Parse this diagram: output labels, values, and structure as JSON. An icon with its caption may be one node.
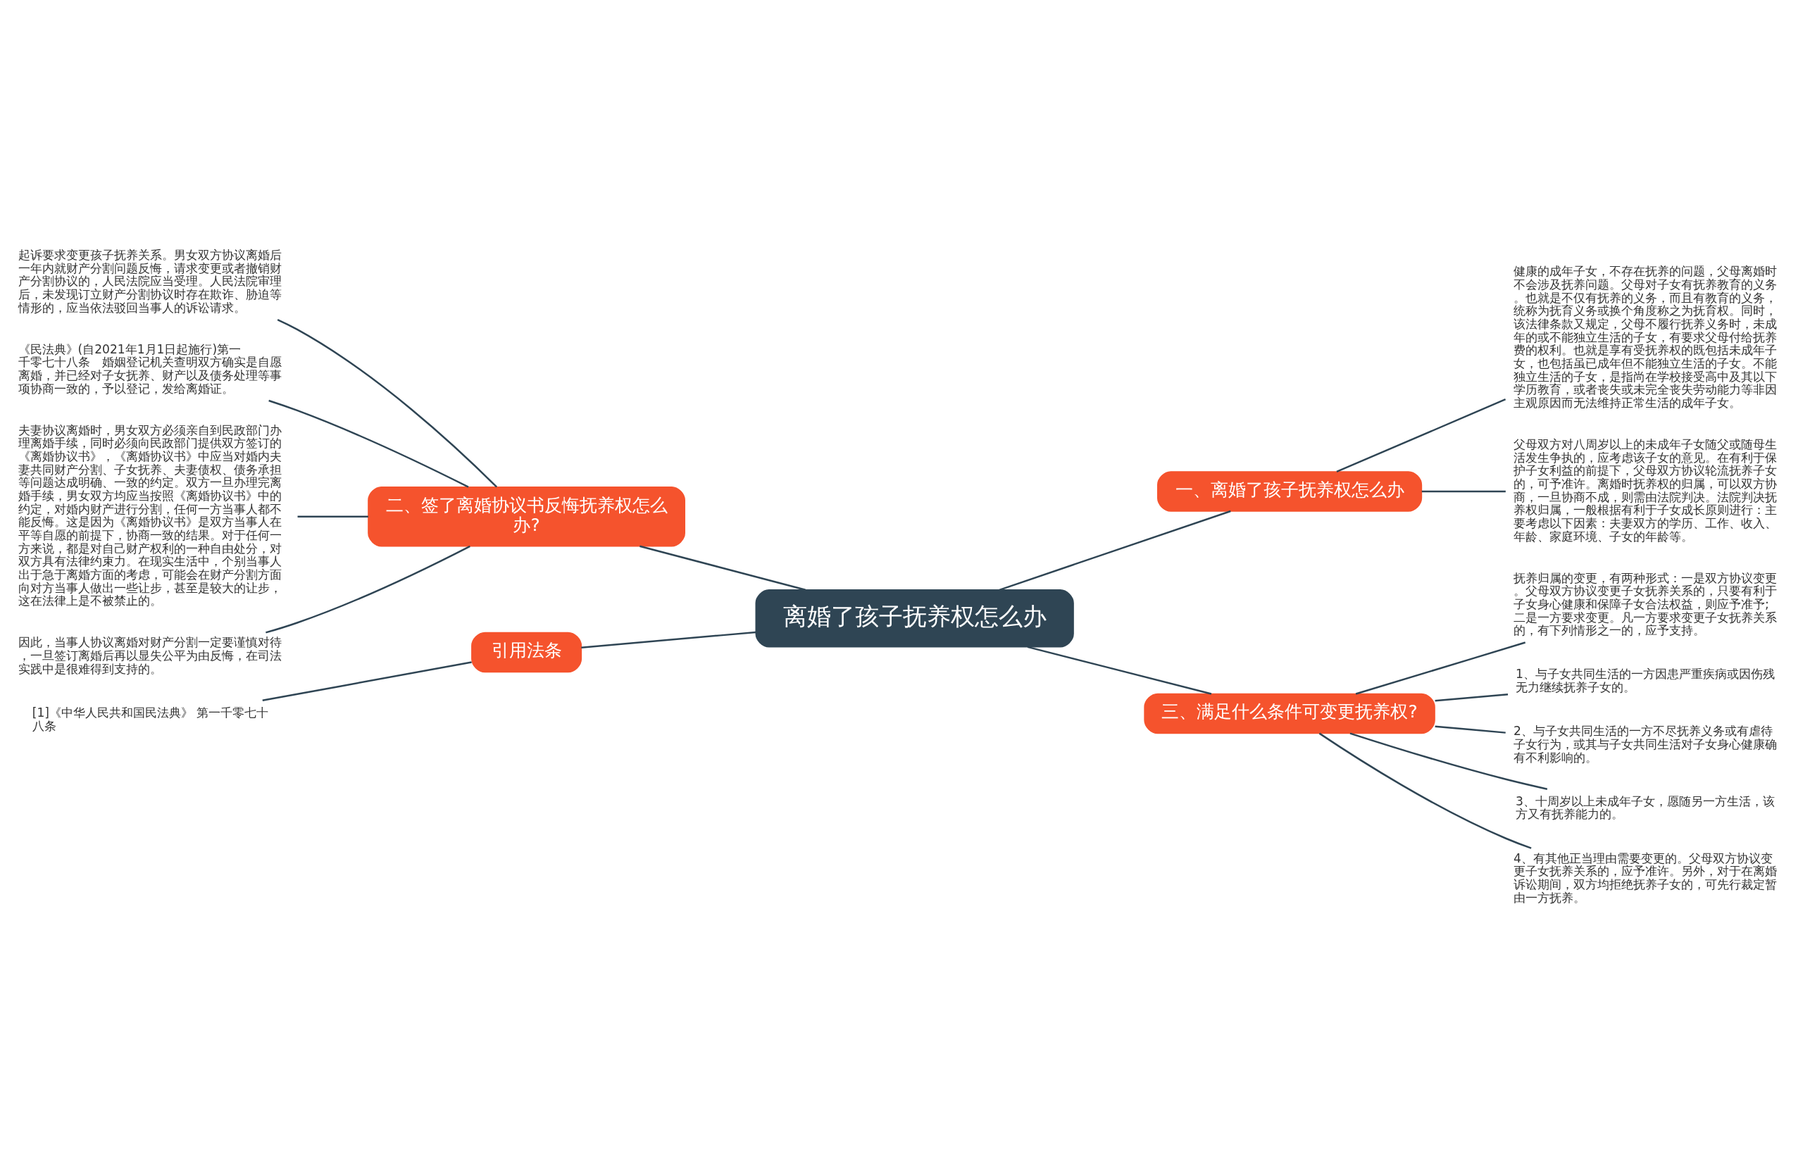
{
  "diagram": {
    "nodes": [
      {
        "text": [
          "离婚了孩子抚养权怎么办"
        ]
      },
      {
        "text": [
          "一、离婚了孩子抚养权怎么办"
        ]
      },
      {
        "text": [
          "健康的成年子女，不存在抚养的问题，父母离婚时不会涉及抚养问题。父母对子女有抚养教育的义务。也就是不仅有抚养的义务，而且有教育的义务，统称为抚育义务或换个角度称之为抚育权。同时，该法律条款又规定，父母不履行抚养义务时，未成年的或不能独立生活的子女，有要求父母付给抚养费的权利。也就是享有受抚养权的既包括未成年子女，也包括虽已成年但不能独立生活的子女。不能独立生活的子女，是指尚在学校接受高中及其以下学历教育，或者丧失或未完全丧失劳动能力等非因主观原因而无法维持正常生活的成年子女。"
        ]
      },
      {
        "text": [
          "父母双方对八周岁以上的未成年子女随父或随母生活发生争执的，应考虑该子女的意见。在有利于保护子女利益的前提下，父母双方协议轮流抚养子女的，可予准许。离婚时抚养权的归属，可以双方协商，一旦协商不成，则需由法院判决。法院判决抚养权归属，一般根据有利于子女成长原则进行：主要考虑以下因素：夫妻双方的学历、工作、收入、年龄、家庭环境、子女的年龄等。"
        ]
      },
      {
        "text": [
          "二、签了离婚协议书反悔抚养权怎么办?"
        ]
      },
      {
        "text": [
          "起诉要求变更孩子抚养关系。男女双方协议离婚后一年内就财产分割问题反悔，请求变更或者撤销财产分割协议的，人民法院应当受理。人民法院审理后，未发现订立财产分割协议时存在欺诈、胁迫等情形的，应当依法驳回当事人的诉讼请求。"
        ]
      },
      {
        "text": [
          "《民法典》(自2021年1月1日起施行)第一千零七十八条　婚姻登记机关查明双方确实是自愿离婚，并已经对子女抚养、财产以及债务处理等事项协商一致的，予以登记，发给离婚证。"
        ]
      },
      {
        "text": [
          "夫妻协议离婚时，男女双方必须亲自到民政部门办理离婚手续，同时必须向民政部门提供双方签订的《离婚协议书》，《离婚协议书》中应当对婚内夫妻共同财产分割、子女抚养、夫妻债权、债务承担等问题达成明确、一致的约定。双方一旦办理完离婚手续，男女双方均应当按照《离婚协议书》中的约定，对婚内财产进行分割，任何一方当事人都不能反悔。这是因为《离婚协议书》是双方当事人在平等自愿的前提下，协商一致的结果。对于任何一方来说，都是对自己财产权利的一种自由处分，对双方具有法律约束力。在现实生活中，个别当事人出于急于离婚方面的考虑，可能会在财产分割方面向对方当事人做出一些让步，甚至是较大的让步，这在法律上是不被禁止的。"
        ]
      },
      {
        "text": [
          "因此，当事人协议离婚对财产分割一定要谨慎对待，一旦签订离婚后再以显失公平为由反悔，在司法实践中是很难得到支持的。"
        ]
      },
      {
        "text": [
          "三、满足什么条件可变更抚养权?"
        ]
      },
      {
        "text": [
          "抚养归属的变更，有两种形式：一是双方协议变更。父母双方协议变更子女抚养关系的，只要有利于子女身心健康和保障子女合法权益，则应予准予;二是一方要求变更。凡一方要求变更子女抚养关系的，有下列情形之一的，应予支持。"
        ]
      },
      {
        "text": [
          "1、与子女共同生活的一方因患严重疾病或因伤残无力继续抚养子女的。"
        ]
      },
      {
        "text": [
          "2、与子女共同生活的一方不尽抚养义务或有虐待子女行为，或其与子女共同生活对子女身心健康确有不利影响的。"
        ]
      },
      {
        "text": [
          "3、十周岁以上未成年子女，愿随另一方生活，该方又有抚养能力的。"
        ]
      },
      {
        "text": [
          "4、有其他正当理由需要变更的。父母双方协议变更子女抚养关系的，应予准许。另外，对于在离婚诉讼期间，双方均拒绝抚养子女的，可先行裁定暂由一方抚养。"
        ]
      },
      {
        "text": [
          "引用法条"
        ]
      },
      {
        "text": [
          "[1]《中华人民共和国民法典》 第一千零七十八条"
        ]
      }
    ],
    "edges": [
      {
        "from": 0,
        "to": 1,
        "arrow": "none"
      },
      {
        "from": 1,
        "to": 2,
        "arrow": "none"
      },
      {
        "from": 1,
        "to": 3,
        "arrow": "none"
      },
      {
        "from": 0,
        "to": 4,
        "arrow": "none"
      },
      {
        "from": 4,
        "to": 5,
        "arrow": "none"
      },
      {
        "from": 4,
        "to": 6,
        "arrow": "none"
      },
      {
        "from": 4,
        "to": 7,
        "arrow": "none"
      },
      {
        "from": 4,
        "to": 8,
        "arrow": "none"
      },
      {
        "from": 0,
        "to": 9,
        "arrow": "none"
      },
      {
        "from": 9,
        "to": 10,
        "arrow": "none"
      },
      {
        "from": 9,
        "to": 11,
        "arrow": "none"
      },
      {
        "from": 9,
        "to": 12,
        "arrow": "none"
      },
      {
        "from": 9,
        "to": 13,
        "arrow": "none"
      },
      {
        "from": 9,
        "to": 14,
        "arrow": "none"
      },
      {
        "from": 0,
        "to": 15,
        "arrow": "none"
      },
      {
        "from": 15,
        "to": 16,
        "arrow": "none"
      }
    ]
  }
}
